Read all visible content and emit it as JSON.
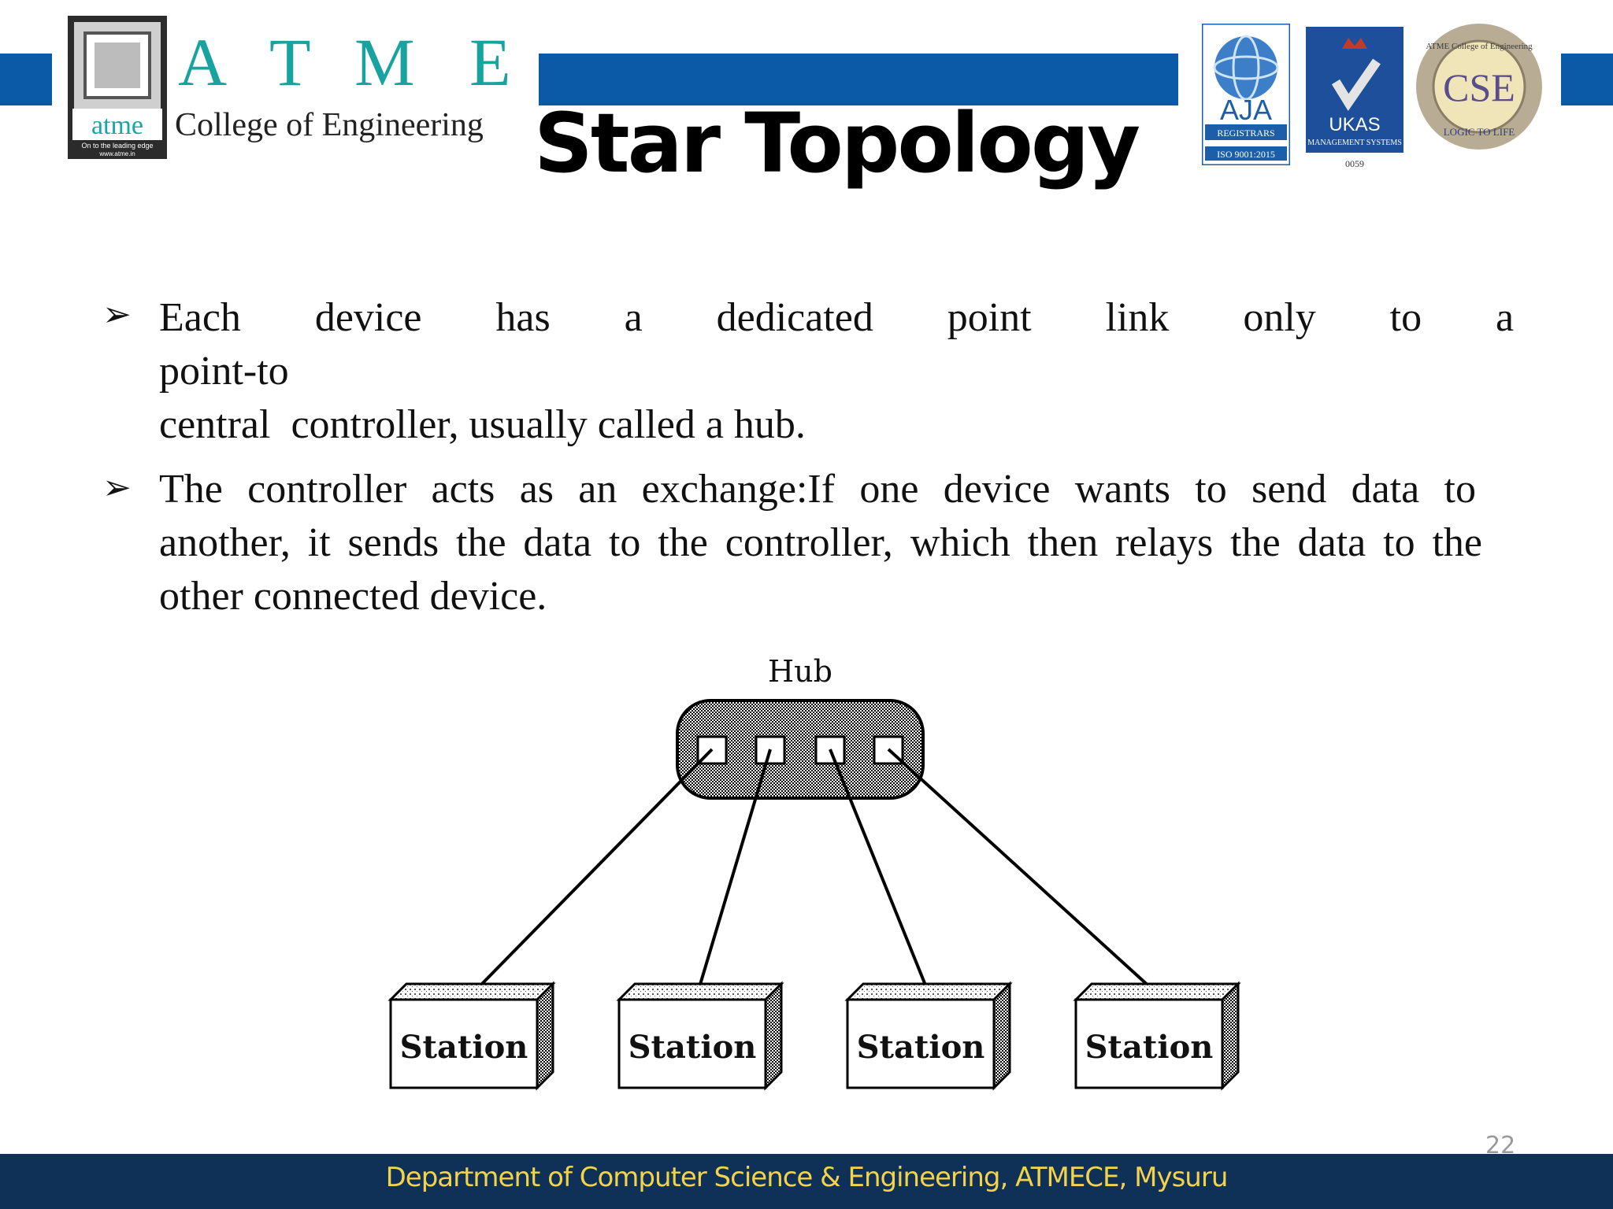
{
  "header": {
    "college_logo": {
      "letters": [
        "A",
        "T",
        "M",
        "E"
      ],
      "small_mark": "atme",
      "tagline": "On to the leading edge",
      "url": "www.atme.in",
      "college_name": "College of Engineering"
    },
    "cert_logos": {
      "aja": {
        "main": "AJA",
        "sub": "REGISTRARS",
        "iso": "ISO 9001:2015"
      },
      "ukas": {
        "main": "UKAS",
        "sub": "MANAGEMENT SYSTEMS",
        "code": "0059"
      },
      "cse": {
        "main": "CSE",
        "ring_top": "ATME College of Engineering",
        "ring_bottom": "LOGIC TO LIFE"
      }
    },
    "colors": {
      "bar": "#0a5aa8",
      "footer": "#0f3057",
      "footer_text": "#f3d34a"
    }
  },
  "slide": {
    "title": "Star Topology",
    "bullets": [
      {
        "line1_words": [
          "Each",
          "device",
          "has",
          "a",
          "dedicated",
          "point",
          "link",
          "only",
          "to",
          "a"
        ],
        "line2": "point-to",
        "line3": "central  controller, usually called a hub."
      },
      {
        "lines": [
          "The controller acts as an exchange:If one device wants to send data to",
          "another, it sends the data to the controller, which then relays the data to the",
          "other connected device."
        ]
      }
    ],
    "diagram": {
      "hub_label": "Hub",
      "stations": [
        "Station",
        "Station",
        "Station",
        "Station"
      ]
    },
    "page_number": "22",
    "footer": "Department of Computer Science & Engineering, ATMECE, Mysuru"
  }
}
